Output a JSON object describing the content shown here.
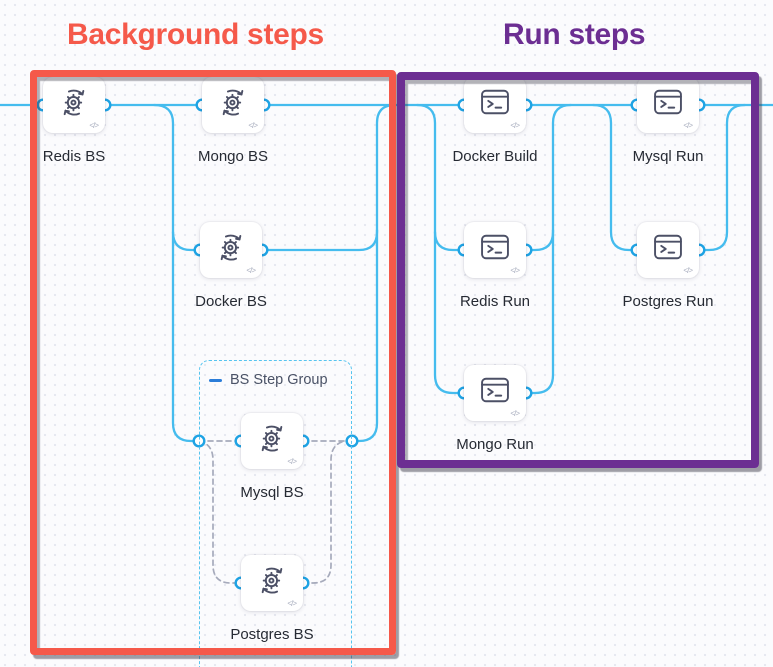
{
  "titles": {
    "background": "Background steps",
    "run": "Run steps"
  },
  "step_group": {
    "label": "BS Step Group"
  },
  "badges": {
    "code": "</>"
  },
  "nodes": [
    {
      "label": "Redis BS",
      "type": "background-step"
    },
    {
      "label": "Mongo BS",
      "type": "background-step"
    },
    {
      "label": "Docker BS",
      "type": "background-step"
    },
    {
      "label": "Mysql BS",
      "type": "background-step"
    },
    {
      "label": "Postgres BS",
      "type": "background-step"
    },
    {
      "label": "Docker Build",
      "type": "run-step"
    },
    {
      "label": "Mysql Run",
      "type": "run-step"
    },
    {
      "label": "Redis Run",
      "type": "run-step"
    },
    {
      "label": "Postgres Run",
      "type": "run-step"
    },
    {
      "label": "Mongo Run",
      "type": "run-step"
    }
  ],
  "colors": {
    "background_box": "#F5594A",
    "run_box": "#6C2E92",
    "connector": "#45BCEE",
    "port_ring": "#1EA3E4",
    "group_border": "#56C4EF",
    "dashed_connector": "#A6AABB",
    "collapse_dash": "#2B7DD9"
  }
}
